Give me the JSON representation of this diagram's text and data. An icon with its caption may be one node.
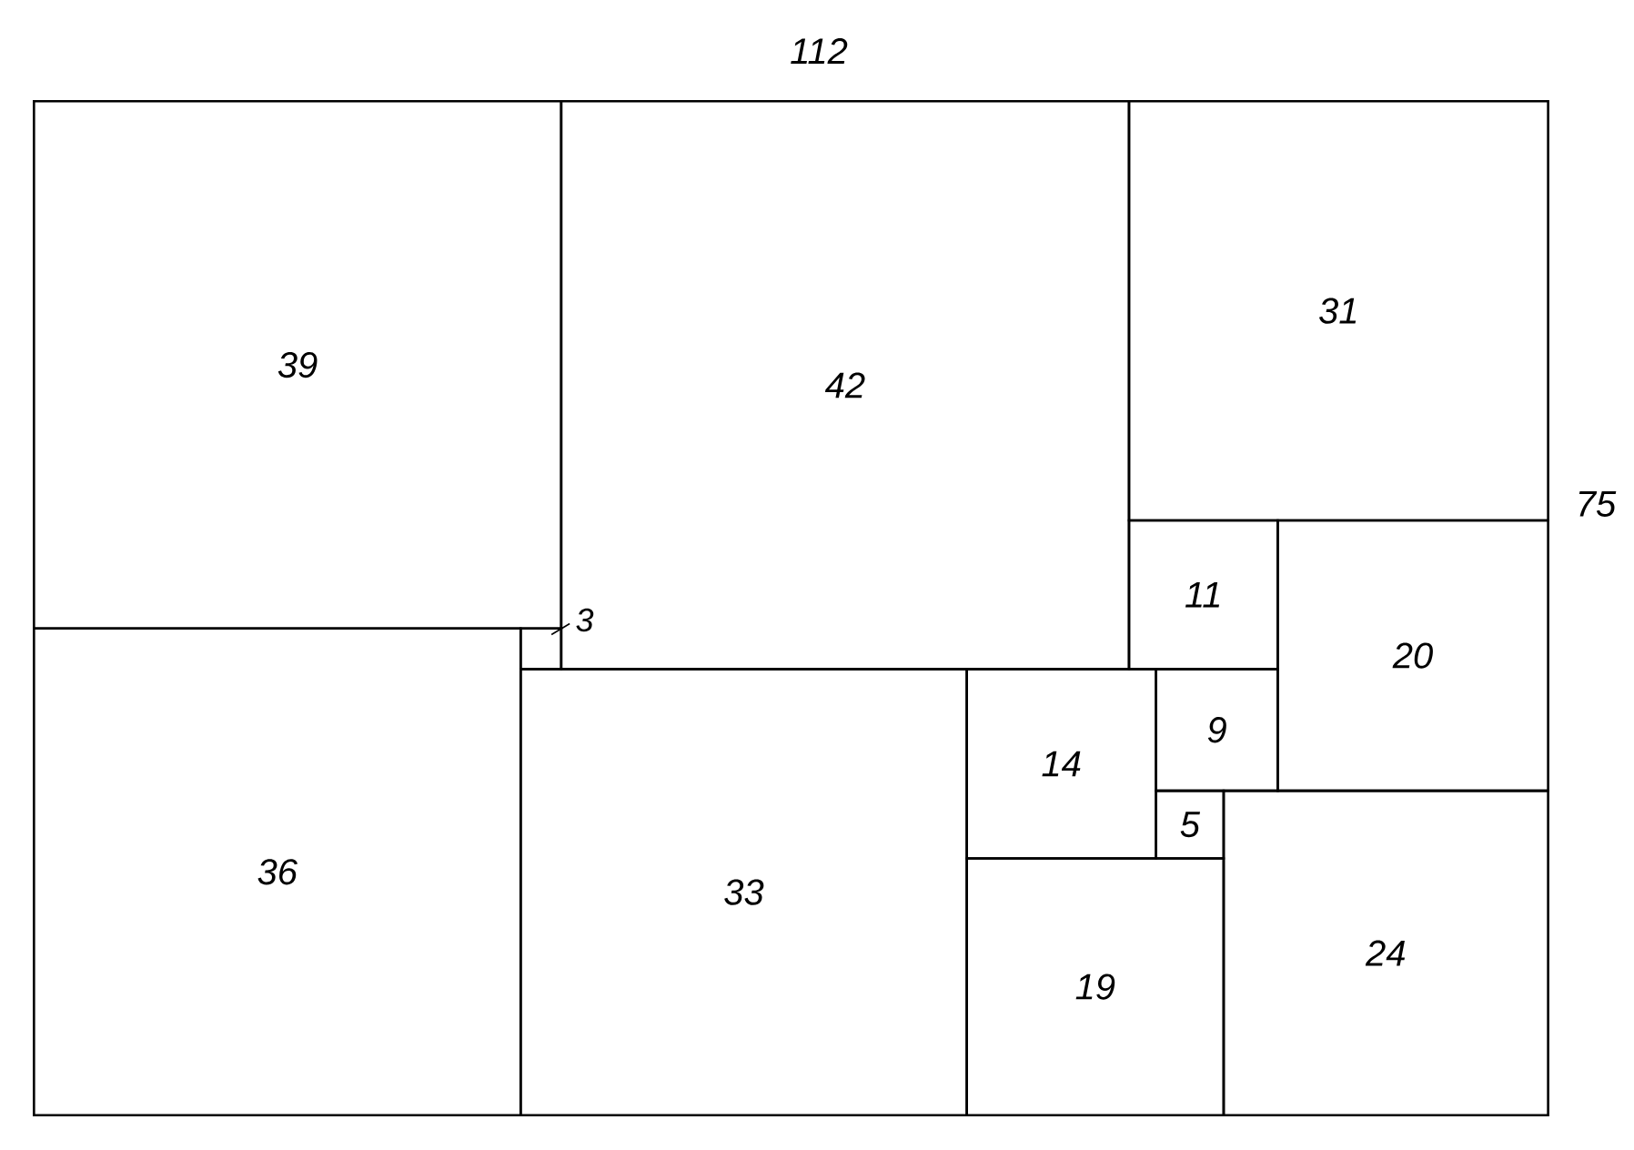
{
  "diagram": {
    "nodes": [
      {
        "text": [
          "39"
        ]
      },
      {
        "text": [
          "42"
        ]
      },
      {
        "text": [
          "31"
        ]
      },
      {
        "text": [
          "11"
        ]
      },
      {
        "text": [
          "20"
        ]
      },
      {
        "text": [],
        "shape": "box",
        "beside": [
          "3"
        ]
      },
      {
        "text": [
          "36"
        ]
      },
      {
        "text": [
          "33"
        ]
      },
      {
        "text": [
          "14"
        ]
      },
      {
        "text": [
          "9"
        ]
      },
      {
        "text": [
          "5"
        ]
      },
      {
        "text": [
          "24"
        ]
      },
      {
        "text": [
          "19"
        ]
      }
    ],
    "labels": [
      "112",
      "75"
    ]
  }
}
